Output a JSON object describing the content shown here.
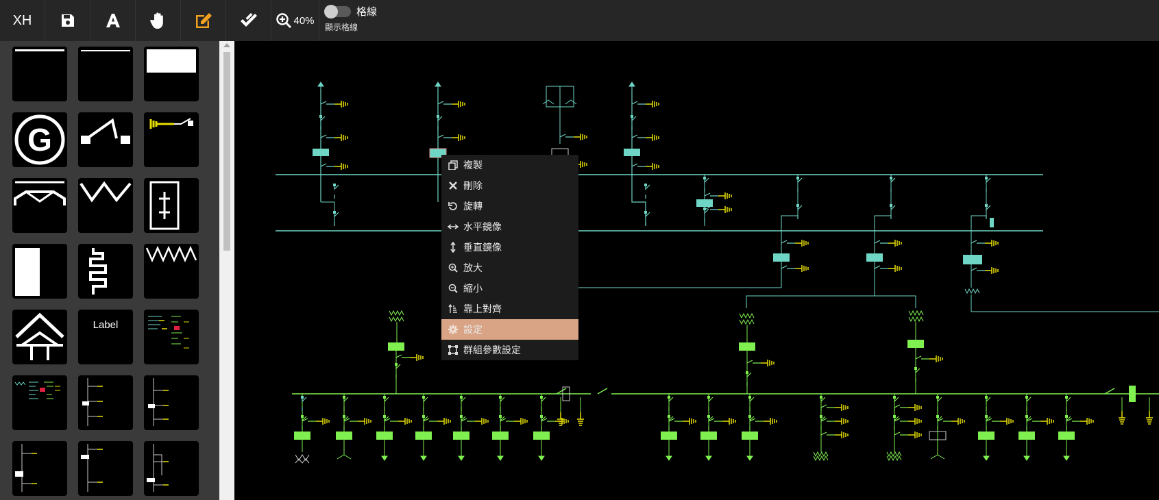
{
  "toolbar": {
    "logo": "XH",
    "zoom_level": "40%",
    "grid_toggle_label": "格線",
    "grid_toggle_sublabel": "顯示格線",
    "grid_enabled": false,
    "icons": [
      "save-icon",
      "text-icon",
      "hand-icon",
      "edit-icon",
      "double-check-icon",
      "zoom-in-icon"
    ],
    "accent_color": "#f0a020"
  },
  "palette": {
    "label_tile_text": "Label"
  },
  "context_menu": {
    "items": [
      {
        "label": "複製",
        "icon": "copy-icon"
      },
      {
        "label": "刪除",
        "icon": "close-icon"
      },
      {
        "label": "旋轉",
        "icon": "rotate-icon"
      },
      {
        "label": "水平鏡像",
        "icon": "horizontal-arrows-icon"
      },
      {
        "label": "垂直鏡像",
        "icon": "vertical-arrows-icon"
      },
      {
        "label": "放大",
        "icon": "zoom-in-icon"
      },
      {
        "label": "縮小",
        "icon": "zoom-out-icon"
      },
      {
        "label": "靠上對齊",
        "icon": "align-top-icon"
      },
      {
        "label": "設定",
        "icon": "gear-icon"
      },
      {
        "label": "群組參數設定",
        "icon": "group-settings-icon"
      }
    ],
    "active_index": 8,
    "active_color": "#d8a485"
  },
  "diagram_colors": {
    "upper_bus": "#6fd6c6",
    "lower_bus": "#7ff050",
    "grounding": "#e8e000"
  }
}
